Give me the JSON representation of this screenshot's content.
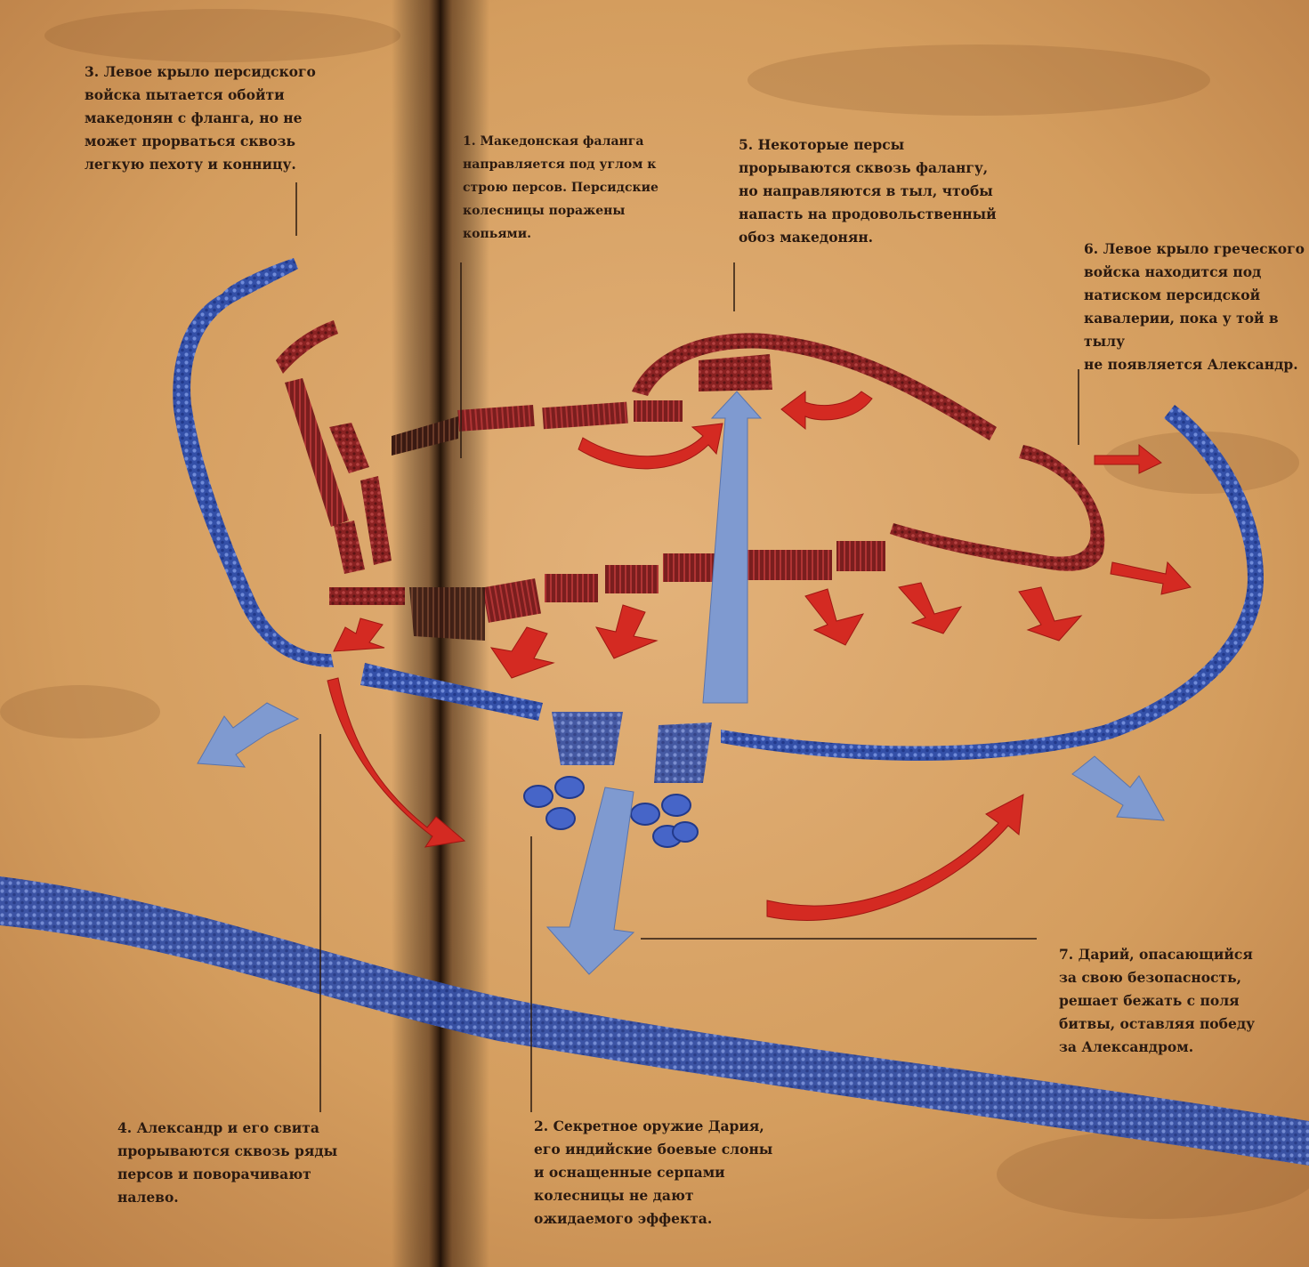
{
  "title": "",
  "colors": {
    "parchment": "#d4a266",
    "greek_troops": "#3d5cb4",
    "persian_troops": "#8e2424",
    "macedonian_movement": "#d42a22",
    "persian_movement": "#7f9ad0",
    "ink": "#2b1a10"
  },
  "annotations": [
    {
      "number": "3",
      "text": "3. Левое крыло персидского\nвойска пытается обойти\nмакедонян с фланга, но не\nможет прорваться сквозь\nлегкую пехоту и конницу."
    },
    {
      "number": "1",
      "text": "1. Македонская фаланга\nнаправляется под углом к\nстрою персов. Персидские\nколесницы поражены\nкопьями."
    },
    {
      "number": "5",
      "text": "5. Некоторые персы\nпрорываются сквозь фалангу,\nно направляются в тыл, чтобы\nнапасть на продовольственный\nобоз македонян."
    },
    {
      "number": "6",
      "text": "6. Левое крыло греческого\nвойска находится под\nнатиском персидской\nкавалерии, пока у той в тылу\nне появляется Александр."
    },
    {
      "number": "7",
      "text": "7. Дарий, опасающийся\nза свою безопасность,\nрешает бежать с поля\nбитвы, оставляя победу\nза Александром."
    },
    {
      "number": "4",
      "text": "4. Александр и его свита\nпрорываются сквозь ряды\nперсов и поворачивают\nналево."
    },
    {
      "number": "2",
      "text": "2. Секретное оружие Дария,\nего индийские боевые слоны\nи оснащенные серпами\nколесницы не дают\nожидаемого эффекта."
    }
  ]
}
